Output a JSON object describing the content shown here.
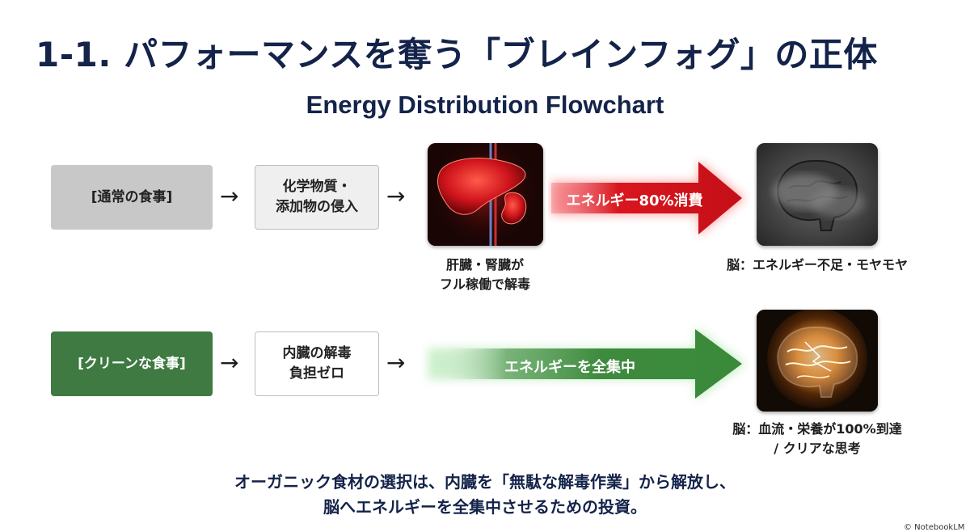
{
  "title": "1-1. パフォーマンスを奪う「ブレインフォグ」の正体",
  "subtitle": "Energy Distribution Flowchart",
  "top_row": {
    "start_label": "[通常の食事]",
    "step_line1": "化学物質・",
    "step_line2": "添加物の侵入",
    "arrow": "→",
    "organ_caption_line1": "肝臓・腎臓が",
    "organ_caption_line2": "フル稼働で解毒",
    "flow_label": "エネルギー80%消費",
    "brain_caption": "脳：エネルギー不足・モヤモヤ",
    "flow_color": "#d9161e"
  },
  "bottom_row": {
    "start_label": "[クリーンな食事]",
    "step_line1": "内臓の解毒",
    "step_line2": "負担ゼロ",
    "arrow": "→",
    "flow_label": "エネルギーを全集中",
    "brain_caption_line1": "脳：血流・栄養が100%到達",
    "brain_caption_line2": "/ クリアな思考",
    "flow_color": "#3e8a3e"
  },
  "footer_line1": "オーガニック食材の選択は、内臓を「無駄な解毒作業」から解放し、",
  "footer_line2": "脳へエネルギーを全集中させるための投資。",
  "watermark": "© NotebookLM"
}
